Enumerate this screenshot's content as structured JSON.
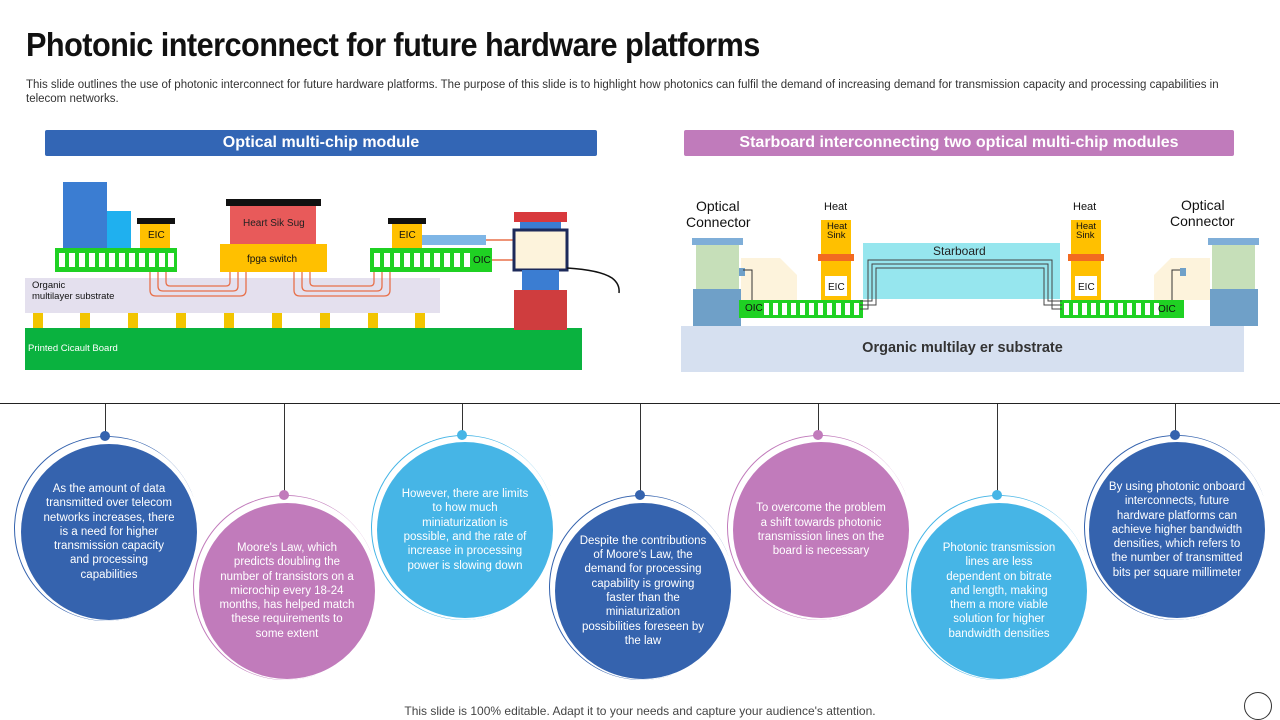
{
  "title": "Photonic interconnect for future hardware platforms",
  "subtitle": "This slide outlines the use of photonic interconnect for future hardware platforms. The purpose of this slide is to highlight how photonics can fulfil the demand of increasing demand for transmission capacity and processing capabilities in telecom networks.",
  "left_panel": {
    "heading": "Optical multi-chip module",
    "labels": {
      "eic_left": "EIC",
      "heat_sink": "Heart Sik Sug",
      "fpga": "fpga switch",
      "eic_right": "EIC",
      "oic": "OIC",
      "substrate_line1": "Organic",
      "substrate_line2": "multilayer substrate",
      "pcb": "Printed Cicault Board"
    }
  },
  "right_panel": {
    "heading": "Starboard interconnecting two optical multi-chip modules",
    "labels": {
      "connector_left_1": "Optical",
      "connector_left_2": "Connector",
      "connector_right_1": "Optical",
      "connector_right_2": "Connector",
      "heat_left": "Heat",
      "heat_right": "Heat",
      "heat_sink_left_1": "Heat",
      "heat_sink_left_2": "Sink",
      "heat_sink_right_1": "Heat",
      "heat_sink_right_2": "Sink",
      "starboard": "Starboard",
      "eic_left": "EIC",
      "eic_right": "EIC",
      "oic_left": "OIC",
      "oic_right": "OIC",
      "substrate": "Organic multilay er substrate"
    }
  },
  "points": [
    {
      "text": "As the amount of data transmitted over telecom networks increases, there is a need for higher transmission capacity and processing capabilities",
      "color": "#3563ae"
    },
    {
      "text": "Moore's Law, which predicts doubling the number of transistors on a microchip every 18-24 months, has helped match these requirements to some extent",
      "color": "#c17bbb"
    },
    {
      "text": "However, there are limits to how much miniaturization is possible, and the rate of increase in processing power is slowing down",
      "color": "#46b5e6"
    },
    {
      "text": "Despite the contributions of Moore's Law, the demand for processing capability is growing faster than the miniaturization possibilities foreseen by the law",
      "color": "#3563ae"
    },
    {
      "text": "To overcome the problem a shift towards photonic transmission lines on the board is necessary",
      "color": "#c17bbb"
    },
    {
      "text": "Photonic transmission lines are less dependent on bitrate and length, making them a more viable solution for higher bandwidth densities",
      "color": "#46b5e6"
    },
    {
      "text": "By using photonic onboard interconnects, future hardware platforms can achieve higher bandwidth densities, which refers to the number of transmitted bits per square millimeter",
      "color": "#3563ae"
    }
  ],
  "footer": "This slide is 100% editable. Adapt it to your needs and capture your audience's attention."
}
